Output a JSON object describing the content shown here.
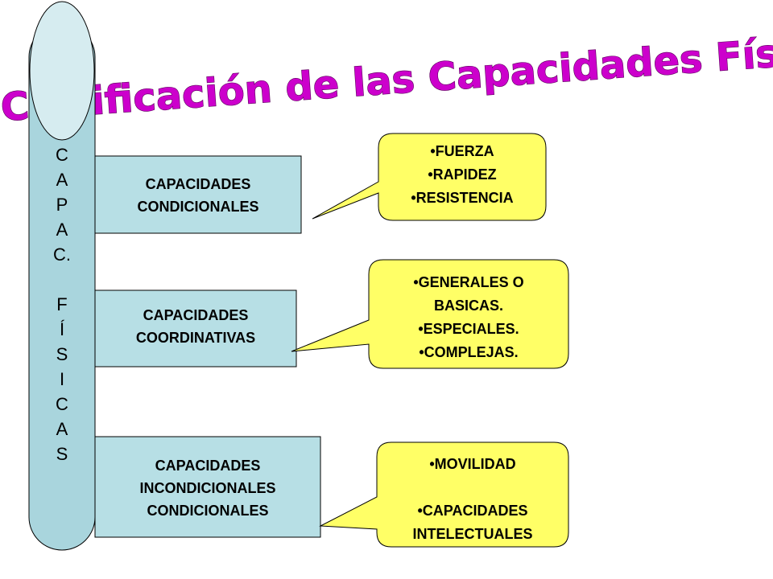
{
  "title": "Clasificación de las Capacidades Físicas.",
  "column": {
    "letters": [
      "C",
      "A",
      "P",
      "A",
      "C.",
      "",
      "F",
      "Í",
      "S",
      "I",
      "C",
      "A",
      "S"
    ]
  },
  "boxes": [
    {
      "lines": [
        "CAPACIDADES",
        "CONDICIONALES"
      ]
    },
    {
      "lines": [
        "CAPACIDADES",
        "COORDINATIVAS"
      ]
    },
    {
      "lines": [
        "CAPACIDADES",
        "INCONDICIONALES",
        "CONDICIONALES"
      ]
    }
  ],
  "bubbles": [
    {
      "lines": [
        "•FUERZA",
        "•RAPIDEZ",
        "•RESISTENCIA"
      ]
    },
    {
      "lines": [
        "•GENERALES O",
        "BASICAS.",
        "•ESPECIALES.",
        "•COMPLEJAS."
      ]
    },
    {
      "lines": [
        "•MOVILIDAD",
        "",
        "•CAPACIDADES",
        "INTELECTUALES"
      ]
    }
  ],
  "colors": {
    "column_fill": "#a9d5dd",
    "oval_fill": "#d6ecf0",
    "box_fill": "#b7dfe5",
    "bubble_fill": "#ffff66",
    "title_fill": "#cc00cc"
  }
}
